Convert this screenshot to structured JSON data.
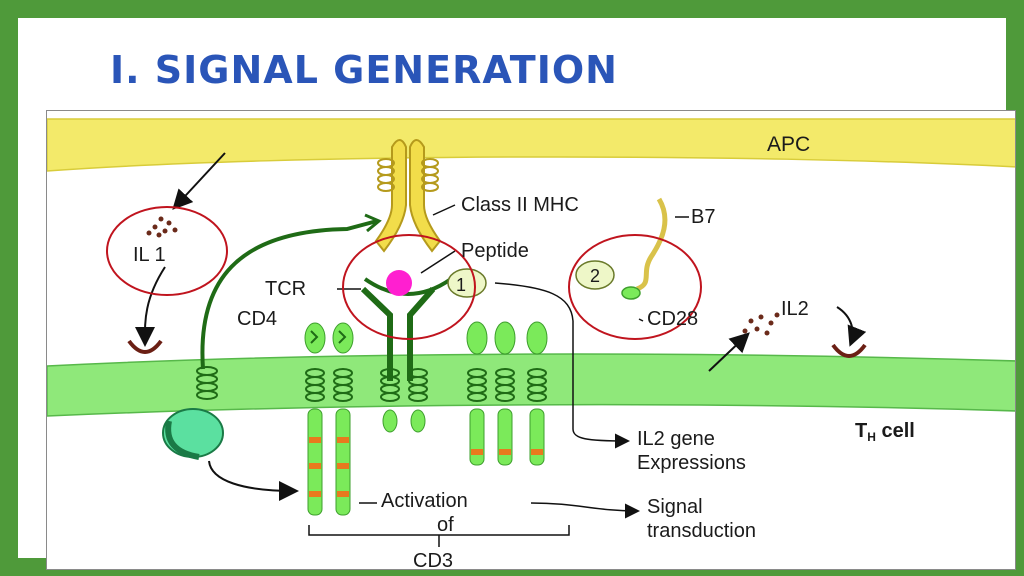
{
  "title": "I. SIGNAL GENERATION",
  "labels": {
    "apc": "APC",
    "class_ii_mhc": "Class II MHC",
    "b7": "B7",
    "peptide": "Peptide",
    "il1": "IL 1",
    "tcr": "TCR",
    "cd4": "CD4",
    "cd28": "CD28",
    "il2": "IL2",
    "step1": "1",
    "step2": "2",
    "th_cell_main": "T",
    "th_cell_sub": "H",
    "th_cell_suffix": " cell",
    "il2_gene": "IL2 gene",
    "expressions": "Expressions",
    "activation": "Activation",
    "of": "of",
    "cd3": "CD3",
    "signal": "Signal",
    "transduction": "transduction"
  },
  "colors": {
    "frame": "#4f9a3a",
    "title": "#2a55b8",
    "apc_membrane": "#f3ea6a",
    "th_membrane": "#8fe87a",
    "receptor_green": "#1f6b16",
    "highlight_circle": "#c0141e",
    "peptide": "#ff1fd0",
    "il_dots": "#6b2a1a"
  }
}
